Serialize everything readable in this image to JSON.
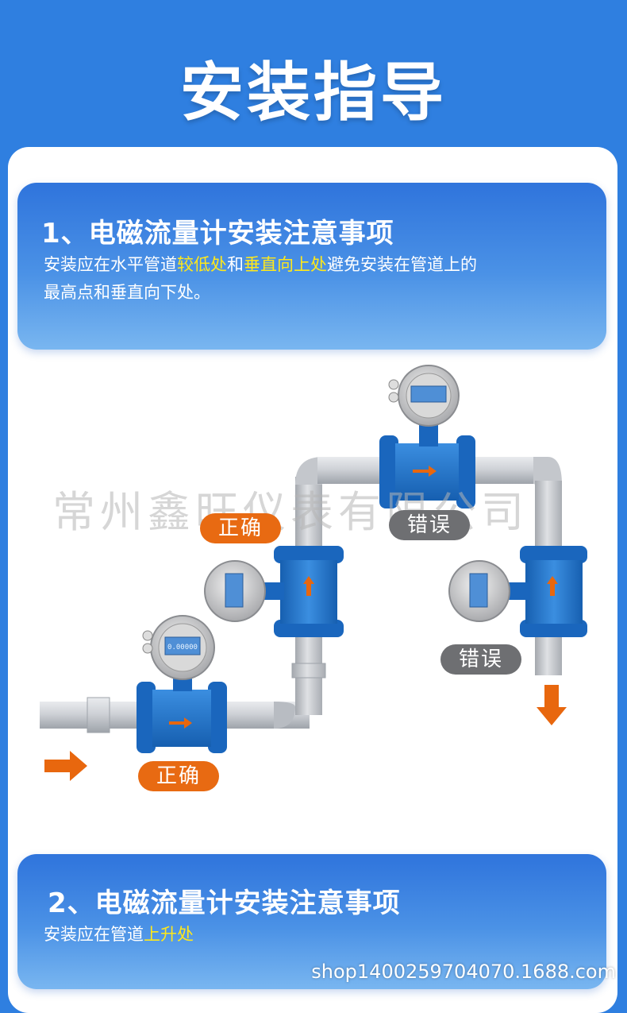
{
  "header": {
    "title": "安装指导"
  },
  "section1": {
    "title": "1、电磁流量计安装注意事项",
    "line1_a": "安装应在水平管道",
    "line1_hl1": "较低处",
    "line1_b": "和",
    "line1_hl2": "垂直向上处",
    "line1_c": "避免安装在管道上的",
    "line2": "最高点和垂直向下处。"
  },
  "diagram": {
    "labels": {
      "correct_top": "正确",
      "correct_bottom": "正确",
      "wrong_top": "错误",
      "wrong_right": "错误"
    },
    "meter_display": "0.00000",
    "watermark": "常州鑫旺仪表有限公司",
    "colors": {
      "pipe": "#c9ccd1",
      "meter_body": "#1e73c8",
      "arrow": "#e8670e",
      "correct": "#e86a12",
      "wrong": "#6e6f72"
    }
  },
  "section2": {
    "title": "2、电磁流量计安装注意事项",
    "text_a": "安装应在管道",
    "text_hl": "上升处"
  },
  "footer": {
    "url": "shop1400259704070.1688.com"
  }
}
